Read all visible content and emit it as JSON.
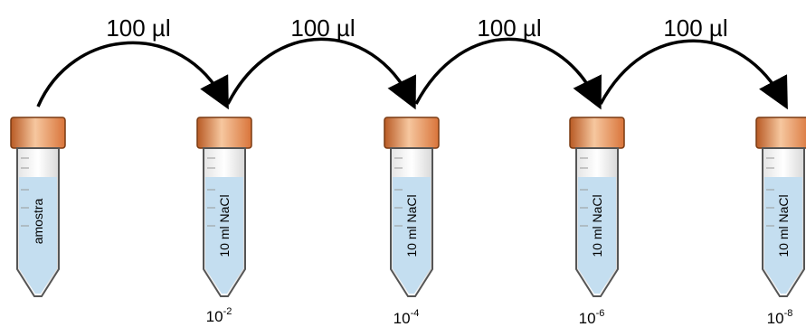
{
  "diagram": {
    "transfer_volume_labels": [
      "100 µl",
      "100 µl",
      "100 µl",
      "100 µl"
    ],
    "tubes": [
      {
        "content_label": "amostra",
        "dilution_base": "",
        "dilution_exponent": ""
      },
      {
        "content_label": "10 ml NaCl",
        "dilution_base": "10",
        "dilution_exponent": "-2"
      },
      {
        "content_label": "10 ml NaCl",
        "dilution_base": "10",
        "dilution_exponent": "-4"
      },
      {
        "content_label": "10 ml NaCl",
        "dilution_base": "10",
        "dilution_exponent": "-6"
      },
      {
        "content_label": "10 ml NaCl",
        "dilution_base": "10",
        "dilution_exponent": "-8"
      }
    ],
    "colors": {
      "cap": "#d9743a",
      "cap_highlight": "#f6c79f",
      "liquid": "#c4def0",
      "tube_outline": "#555555",
      "arrow": "#000000"
    }
  }
}
